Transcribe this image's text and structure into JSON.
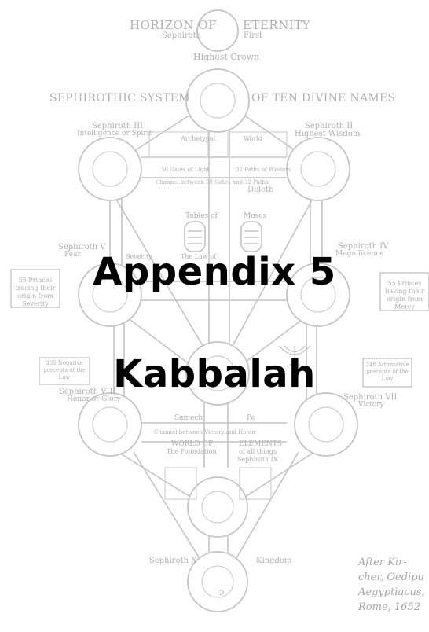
{
  "heading": {
    "appendix": "Appendix 5",
    "subject": "Kabbalah"
  },
  "illustration": {
    "horizon_left": "HORIZON OF",
    "horizon_right": "ETERNITY",
    "sephiroth_left": "Sephiroth",
    "first": "First",
    "highest_crown": "Highest Crown",
    "system_left": "SEPHIROTHIC SYSTEM",
    "system_right": "OF TEN DIVINE NAMES",
    "seph3": "Sephiroth III",
    "seph3_sub": "Intelligence or Spirit",
    "seph2": "Sephiroth II",
    "seph2_sub": "Highest Wisdom",
    "archetypal": "Archetypal",
    "world": "World",
    "gates_light": "50 Gates of Light",
    "gates_wisdom": "32 Paths of Wisdom",
    "channel_between": "Channel between 50 Gates and 32 Paths",
    "deleth": "Deleth",
    "tables_of": "Tables of",
    "moses": "Moses",
    "law_of": "The Law of",
    "seph5": "Sephiroth V",
    "seph5_sub": "Fear",
    "severity": "Severity",
    "seph4": "Sephiroth IV",
    "seph4_sub": "Magnificence",
    "princes_left": "55 Princes tracing their origin from Severity",
    "princes_right": "55 Princes having their origin from Mercy",
    "neg_precepts": "365 Negative precepts of the Law",
    "aff_precepts": "248 Affirmative precepts of the Law",
    "seph8": "Sephiroth VIII",
    "seph8_sub": "Honor or Glory",
    "seph7": "Sephiroth VII",
    "seph7_sub": "Victory",
    "samech": "Samech",
    "pe": "Pe",
    "channel_victory": "Channel between Victory and Honor",
    "world_of": "WORLD OF",
    "foundation": "The Foundation",
    "elements_of": "ELEMENTS",
    "all_things": "of all things",
    "sephiroth_ix": "Sephiroth IX",
    "seph10": "Sephiroth X",
    "kingdom": "Kingdom",
    "credit": [
      "After Kir-",
      "cher, Oedipu",
      "Aegyptiacus,",
      "Rome, 1652"
    ]
  }
}
